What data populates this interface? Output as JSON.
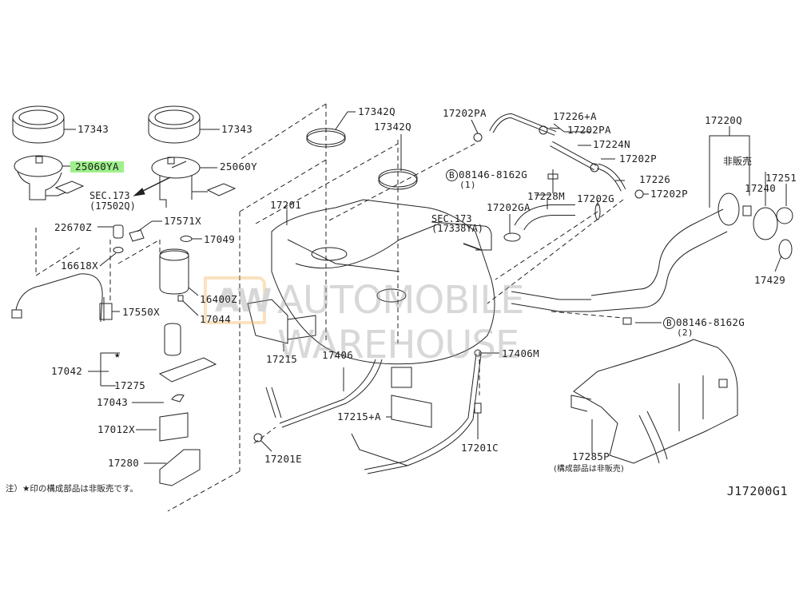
{
  "diagram": {
    "code": "J17200G1",
    "highlight_color": "#9ef08a",
    "watermark": {
      "logo": "AW",
      "text": "AUTOMOBILE WAREHOUSE",
      "logo_color": "#f6b25a"
    },
    "footnote": "注）★印の構成部品は非販売です。"
  },
  "labels": {
    "l17343a": "17343",
    "l25060ya": "25060YA",
    "l17343b": "17343",
    "l25060y": "25060Y",
    "sec173a": "SEC.173",
    "sec173a_ref": "(17502Q)",
    "l22670z": "22670Z",
    "l17571x": "17571X",
    "l17049": "17049",
    "l16618x": "16618X",
    "l16400z": "16400Z",
    "l17550x": "17550X",
    "l17044": "17044",
    "star": "★",
    "l17042": "17042",
    "l17275": "17275",
    "l17043": "17043",
    "l17012x": "17012X",
    "l17280": "17280",
    "l17342q_a": "17342Q",
    "l17342q_b": "17342Q",
    "l17201": "17201",
    "sec173b": "SEC.173",
    "sec173b_ref": "(17338YA)",
    "l17202pa_a": "17202PA",
    "l17226a": "17226+A",
    "l17202pa_b": "17202PA",
    "l17224n": "17224N",
    "l17202p_a": "17202P",
    "bolt1": "08146-8162G",
    "bolt1_qty": "(1)",
    "l17226": "17226",
    "l17228m": "17228M",
    "l17202g": "17202G",
    "l17202p_b": "17202P",
    "l17202ga": "17202GA",
    "l17220q": "17220Q",
    "not_sold": "非販売",
    "l17251": "17251",
    "l17240": "17240",
    "l17429": "17429",
    "bolt2": "08146-8162G",
    "bolt2_qty": "(2)",
    "bolt_symbol": "B",
    "l17215": "17215",
    "l17406": "17406",
    "l17406m": "17406M",
    "l17215a": "17215+A",
    "l17201e": "17201E",
    "l17201c": "17201C",
    "l17285p": "17285P",
    "l17285p_note": "(構成部品は非販売)"
  }
}
